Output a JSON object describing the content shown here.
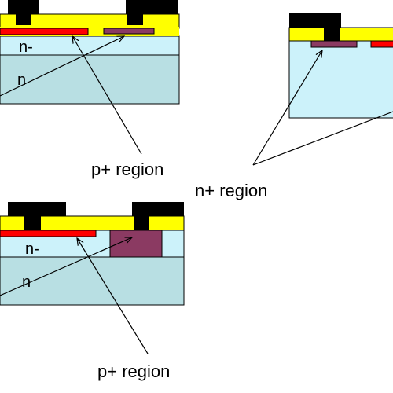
{
  "colors": {
    "background": "#ffffff",
    "n_minus_layer": "#ccf2fa",
    "n_substrate": "#b8dfe3",
    "oxide": "#ffff00",
    "metal": "#000000",
    "p_plus_implant": "#ff0000",
    "n_plus_implant": "#8b3a62",
    "outline": "#000000",
    "arrow": "#000000"
  },
  "labels": {
    "top_left_n_minus": "n-",
    "top_left_n": "n",
    "top_left_p_plus": "p+ region",
    "n_plus_region": "n+ region",
    "bottom_left_n_minus": "n-",
    "bottom_left_n": "n",
    "bottom_left_p_plus": "p+ region"
  }
}
